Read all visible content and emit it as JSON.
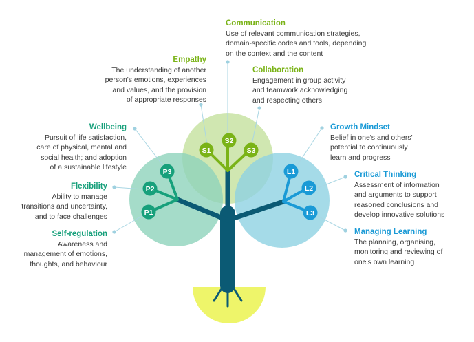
{
  "colors": {
    "social": "#7ab317",
    "personal": "#17a07b",
    "learning": "#1a9ad6",
    "trunk": "#0b5a74",
    "ground": "#eef56a",
    "circle_social": "#c8e3a3",
    "circle_personal": "#8fd3bb",
    "circle_learning": "#8fd2e2"
  },
  "nodes": {
    "s1": "S1",
    "s2": "S2",
    "s3": "S3",
    "p1": "P1",
    "p2": "P2",
    "p3": "P3",
    "l1": "L1",
    "l2": "L2",
    "l3": "L3"
  },
  "competences": {
    "communication": {
      "title": "Communication",
      "description": "Use of relevant communication strategies,\ndomain-specific codes and tools, depending\non the context and the content"
    },
    "empathy": {
      "title": "Empathy",
      "description": "The understanding of another\nperson's emotions, experiences\nand values, and the provision\nof appropriate responses"
    },
    "collaboration": {
      "title": "Collaboration",
      "description": "Engagement in group activity\nand teamwork acknowledging\nand respecting others"
    },
    "wellbeing": {
      "title": "Wellbeing",
      "description": "Pursuit of life satisfaction,\ncare of physical, mental and\nsocial health; and adoption\nof a sustainable lifestyle"
    },
    "flexibility": {
      "title": "Flexibility",
      "description": "Ability to manage\ntransitions and uncertainty,\nand to face challenges"
    },
    "self_regulation": {
      "title": "Self-regulation",
      "description": "Awareness and\nmanagement of emotions,\nthoughts, and behaviour"
    },
    "growth_mindset": {
      "title": "Growth Mindset",
      "description": "Belief in one's and others'\npotential to continuously\nlearn and progress"
    },
    "critical_thinking": {
      "title": "Critical Thinking",
      "description": "Assessment of information\nand arguments to support\nreasoned conclusions and\ndevelop innovative solutions"
    },
    "managing_learning": {
      "title": "Managing Learning",
      "description": "The planning, organising,\nmonitoring and reviewing of\none's own learning"
    }
  }
}
